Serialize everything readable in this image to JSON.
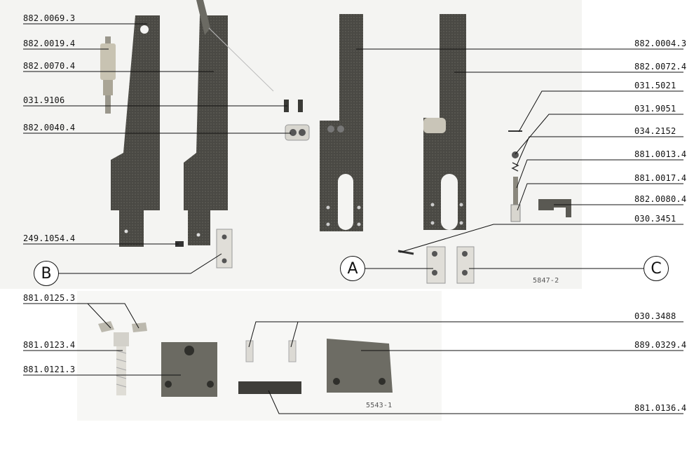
{
  "part_numbers": {
    "p1": "882.0069.3",
    "p2": "882.0019.4",
    "p3": "882.0070.4",
    "p4": "031.9106",
    "p5": "882.0040.4",
    "p6": "249.1054.4",
    "p7": "882.0004.3",
    "p8": "882.0072.4",
    "p9": "031.5021",
    "p10": "031.9051",
    "p11": "034.2152",
    "p12": "881.0013.4",
    "p13": "881.0017.4",
    "p14": "882.0080.4",
    "p15": "030.3451",
    "p16": "881.0125.3",
    "p17": "881.0123.4",
    "p18": "881.0121.3",
    "p19": "030.3488",
    "p20": "889.0329.4",
    "p21": "881.0136.4"
  },
  "callouts": {
    "a": "A",
    "b": "B",
    "c": "C"
  },
  "photo_codes": {
    "top": "5847-2",
    "bottom": "5543-1"
  }
}
